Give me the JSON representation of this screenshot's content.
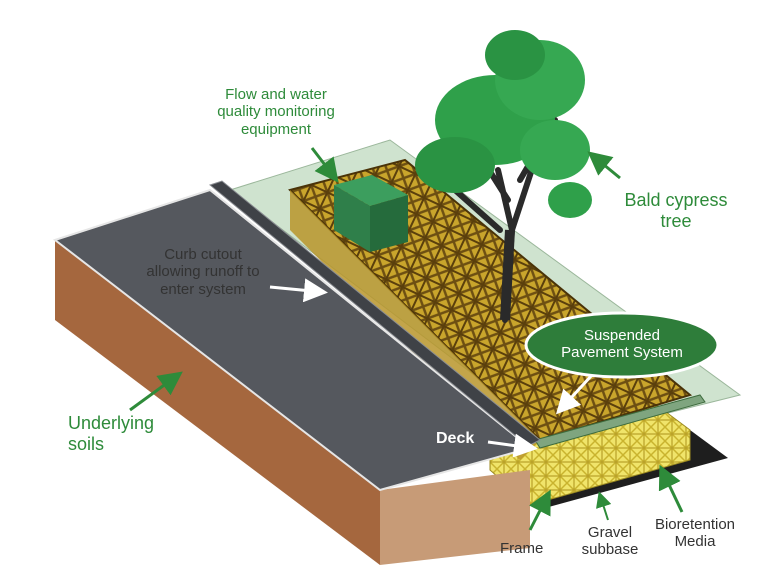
{
  "labels": {
    "monitoring": "Flow and water\nquality monitoring\nequipment",
    "curb_cutout": "Curb cutout\nallowing runoff to\nenter system",
    "bald_cypress": "Bald cypress\ntree",
    "suspended_pavement": "Suspended\nPavement System",
    "underlying_soils": "Underlying\nsoils",
    "deck": "Deck",
    "frame": "Frame",
    "gravel_subbase": "Gravel\nsubbase",
    "bioretention_media": "Bioretention\nMedia"
  },
  "colors": {
    "label_green": "#2e8b3a",
    "asphalt": "#55585e",
    "soil": "#a5673e",
    "grid_brown": "#7a5a1a",
    "grid_fill": "#c9a52c",
    "frame_yellow": "#e6d85a",
    "tree_green": "#2fa04a",
    "callout_green": "#2e7d3a"
  }
}
